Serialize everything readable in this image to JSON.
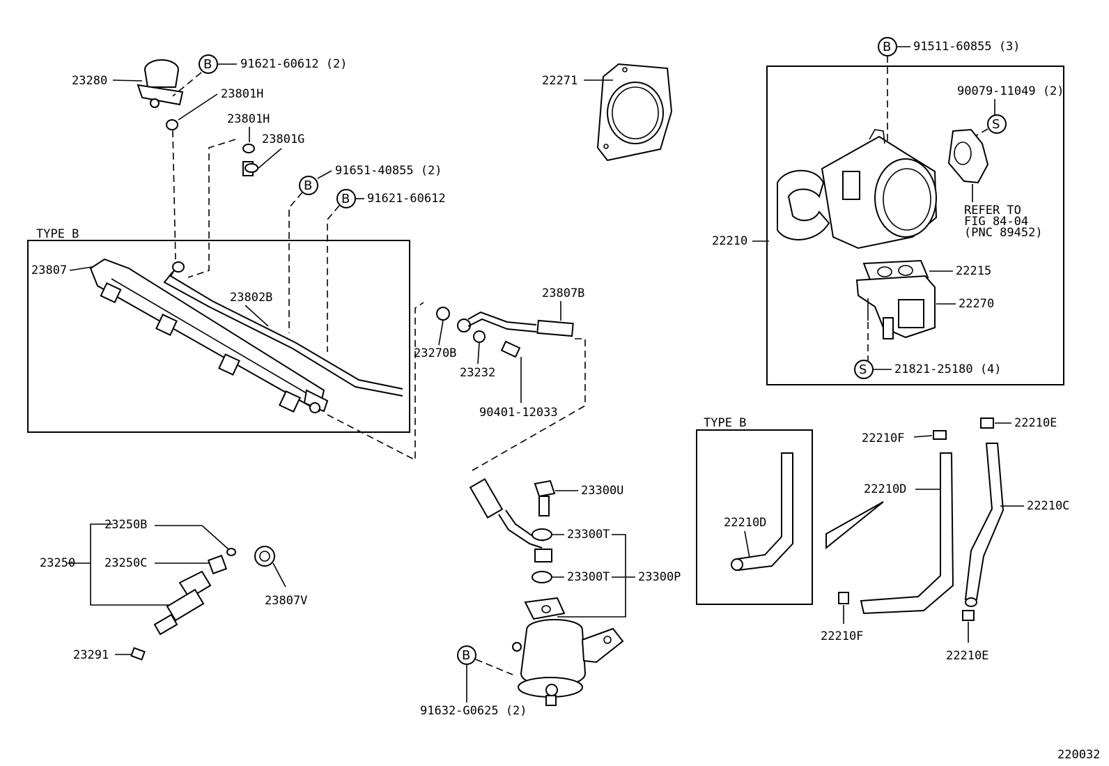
{
  "diagram_id": "220032",
  "type_labels": [
    "TYPE B",
    "TYPE B"
  ],
  "refer": {
    "line1": "REFER TO",
    "line2": "FIG 84-04",
    "line3": "(PNC 89452)"
  },
  "markers": {
    "b": "B",
    "s": "S"
  },
  "labels": {
    "p23280": "23280",
    "p91621_60612_2": "91621-60612 (2)",
    "p23801H_a": "23801H",
    "p23801H_b": "23801H",
    "p23801G": "23801G",
    "p91651_40855_2": "91651-40855 (2)",
    "p91621_60612": "91621-60612",
    "p23807": "23807",
    "p23802B": "23802B",
    "p23807B": "23807B",
    "p23270B": "23270B",
    "p23232": "23232",
    "p90401_12033": "90401-12033",
    "p22271": "22271",
    "p91511_60855_3": "91511-60855 (3)",
    "p90079_11049_2": "90079-11049 (2)",
    "p22210": "22210",
    "p22215": "22215",
    "p22270": "22270",
    "p21821_25180_4": "21821-25180 (4)",
    "p23250B": "23250B",
    "p23250": "23250",
    "p23250C": "23250C",
    "p23807V": "23807V",
    "p23291": "23291",
    "p23300U": "23300U",
    "p23300T_a": "23300T",
    "p23300T_b": "23300T",
    "p23300P": "23300P",
    "p91632_G0625_2": "91632-G0625 (2)",
    "p22210D_a": "22210D",
    "p22210F_a": "22210F",
    "p22210E_a": "22210E",
    "p22210D_b": "22210D",
    "p22210C": "22210C",
    "p22210F_b": "22210F",
    "p22210E_b": "22210E"
  }
}
